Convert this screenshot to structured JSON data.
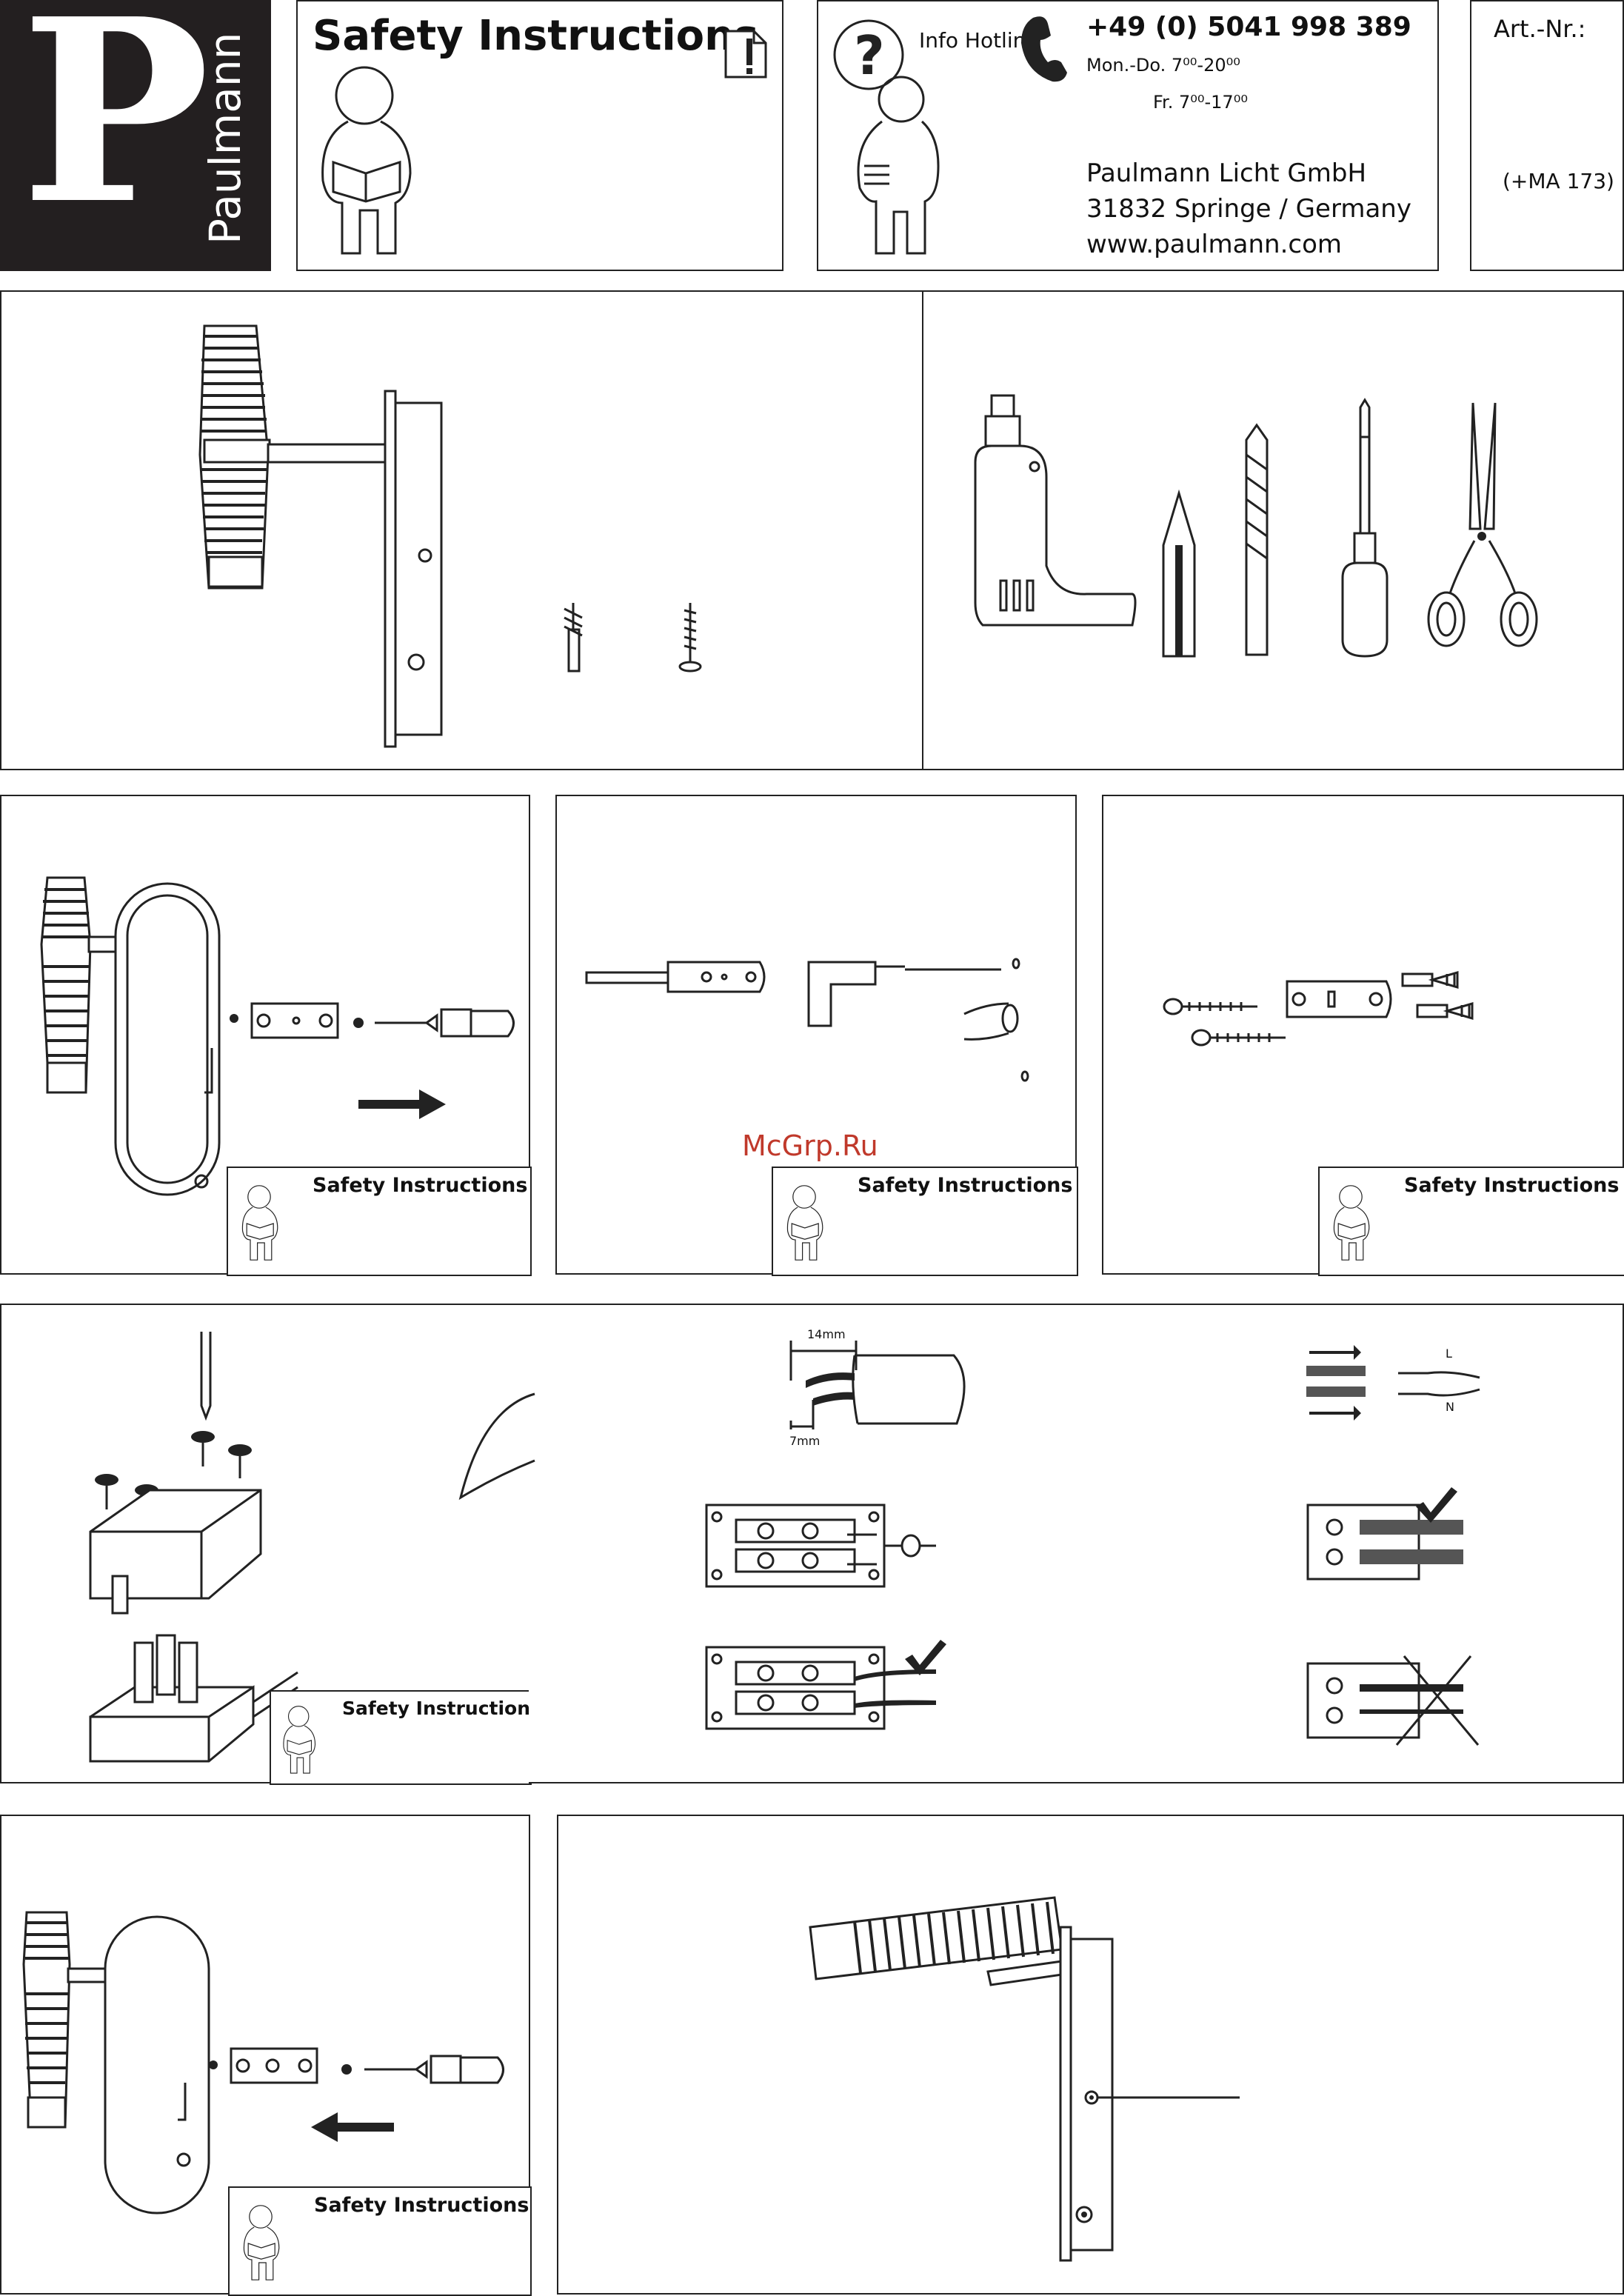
{
  "logo": {
    "letter": "P",
    "brand": "Paulmann"
  },
  "header": {
    "safety_title": "Safety Instructions",
    "info_hotline": "Info Hotline",
    "phone": "+49 (0) 5041 998 389",
    "hours_1": "Mon.-Do. 7⁰⁰-20⁰⁰",
    "hours_2": "Fr. 7⁰⁰-17⁰⁰",
    "company": "Paulmann Licht GmbH",
    "city": "31832 Springe / Germany",
    "website": "www.paulmann.com",
    "art_label": "Art.-Nr.:",
    "art_value": "(+MA 173)"
  },
  "safety_label": "Safety Instructions",
  "watermark": "McGrp.Ru",
  "wiring": {
    "strip_length_1": "14mm",
    "strip_length_2": "7mm",
    "live": "L",
    "neutral": "N"
  },
  "icons": [
    "logo-p",
    "document-warning-icon",
    "reading-person-icon",
    "question-person-icon",
    "phone-icon",
    "drill-icon",
    "pencil-icon",
    "drill-bit-icon",
    "screwdriver-icon",
    "scissors-icon",
    "checkmark-icon",
    "cross-icon"
  ]
}
